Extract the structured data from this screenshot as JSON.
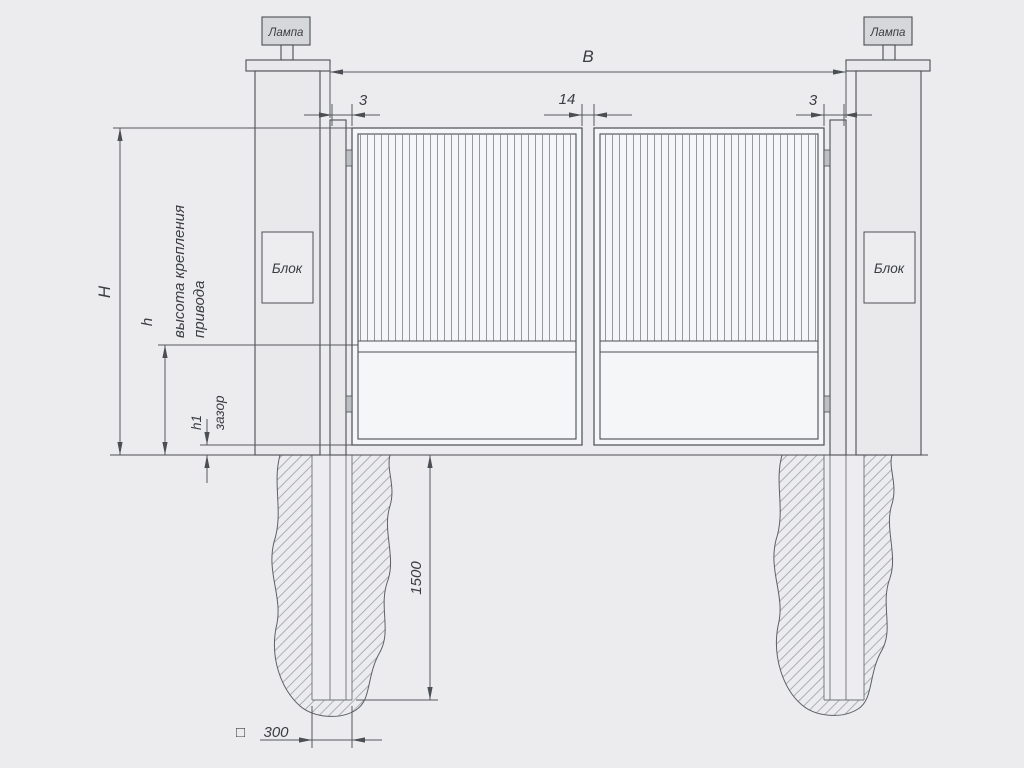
{
  "page": {
    "background": "#ececee"
  },
  "labels": {
    "lamp_left": "Лампа",
    "lamp_right": "Лампа",
    "block_left": "Блок",
    "block_right": "Блок"
  },
  "dimensions": {
    "overall_width": "В",
    "left_gap": "3",
    "center_gap": "14",
    "right_gap": "3",
    "overall_height": "H",
    "drive_mount_height": "h",
    "drive_note_line1": "высота крепления",
    "drive_note_line2": "привода",
    "bottom_gap": "h1",
    "bottom_gap_name": "зазор",
    "foundation_depth": "1500",
    "post_section_symbol": "□",
    "post_section_size": "300"
  },
  "colors": {
    "background": "#ececee",
    "line": "#4b4e53",
    "hatch": "#9aa0a6"
  }
}
